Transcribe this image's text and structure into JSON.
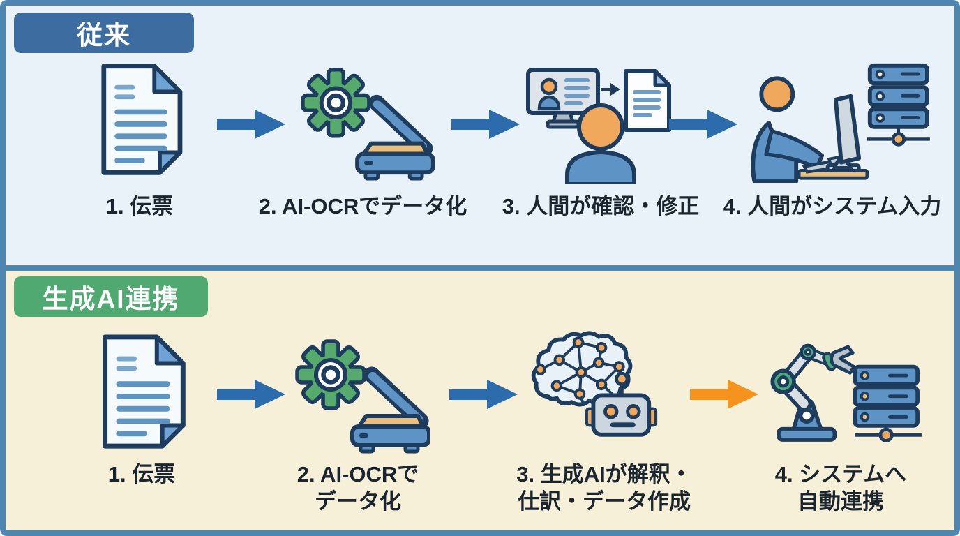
{
  "colors": {
    "frame": "#4d86b0",
    "panel_traditional_bg": "#e9f2f9",
    "panel_generative_bg": "#f7f0d9",
    "badge_traditional_bg": "#3d6da0",
    "badge_generative_bg": "#50a970",
    "badge_text": "#ffffff",
    "label_text": "#1b2530",
    "arrow_blue": "#2d6cac",
    "arrow_orange": "#f6921e"
  },
  "traditional": {
    "badge": "従来",
    "steps": [
      {
        "icon": "document-icon",
        "label": "1. 伝票"
      },
      {
        "icon": "ai-ocr-scanner-icon",
        "label": "2. AI-OCRでデータ化"
      },
      {
        "icon": "human-review-icon",
        "label": "3. 人間が確認・修正"
      },
      {
        "icon": "human-system-entry-icon",
        "label": "4. 人間がシステム入力"
      }
    ]
  },
  "generative": {
    "badge": "生成AI連携",
    "steps": [
      {
        "icon": "document-icon",
        "label": "1. 伝票"
      },
      {
        "icon": "ai-ocr-scanner-icon",
        "label": "2. AI-OCRで\nデータ化"
      },
      {
        "icon": "generative-ai-brain-robot-icon",
        "label": "3. 生成AIが解釈・\n仕訳・データ作成"
      },
      {
        "icon": "robot-arm-system-icon",
        "label": "4. システムへ\n自動連携"
      }
    ]
  }
}
